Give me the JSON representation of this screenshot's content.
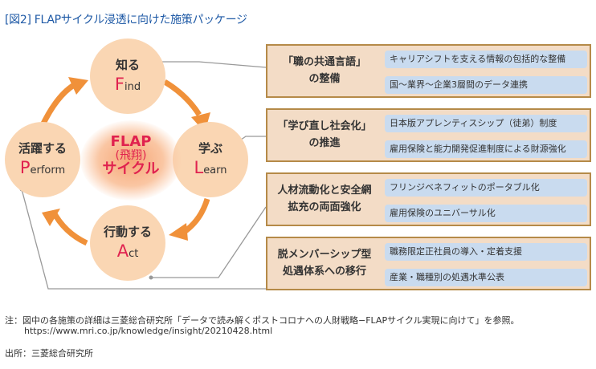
{
  "title": "[図2] FLAPサイクル浸透に向けた施策パッケージ",
  "cycle": {
    "center": {
      "line1": "FLAP",
      "line2": "(飛翔)",
      "line3": "サイクル"
    },
    "steps": [
      {
        "jp": "知る",
        "initial": "F",
        "rest": "ind"
      },
      {
        "jp": "学ぶ",
        "initial": "L",
        "rest": "earn"
      },
      {
        "jp": "行動する",
        "initial": "A",
        "rest": "ct"
      },
      {
        "jp": "活躍する",
        "initial": "P",
        "rest": "erform"
      }
    ]
  },
  "panels": [
    {
      "head1": "「職の共通言語」",
      "head2": "の整備",
      "items": [
        "キャリアシフトを支える情報の包括的な整備",
        "国～業界～企業3層間のデータ連携"
      ]
    },
    {
      "head1": "「学び直し社会化」",
      "head2": "の推進",
      "items": [
        "日本版アプレンティスシップ（徒弟）制度",
        "雇用保険と能力開発促進制度による財源強化"
      ]
    },
    {
      "head1": "人材流動化と安全網",
      "head2": "拡充の両面強化",
      "items": [
        "フリンジベネフィットのポータブル化",
        "雇用保険のユニバーサル化"
      ]
    },
    {
      "head1": "脱メンバーシップ型",
      "head2": "処遇体系への移行",
      "items": [
        "職務限定正社員の導入・定着支援",
        "産業・職種別の処遇水準公表"
      ]
    }
  ],
  "notes": {
    "note_line1": "注：図中の各施策の詳細は三菱総合研究所「データで読み解くポストコロナへの人財戦略−FLAPサイクル実現に向けて」を参照。",
    "note_line2": "https://www.mri.co.jp/knowledge/insight/20210428.html",
    "source": "出所：三菱総合研究所"
  },
  "colors": {
    "accent_red": "#e0224f",
    "arrow_orange": "#f0913a",
    "circle_fill": "#fad6b3",
    "panel_fill": "#f3dcc6",
    "panel_border": "#b58a48",
    "item_fill": "#c9dbef",
    "title_blue": "#1f5aa6"
  }
}
